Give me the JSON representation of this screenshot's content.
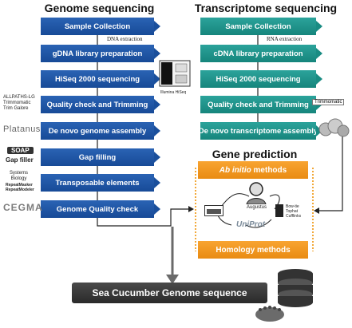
{
  "headings": {
    "genome": "Genome sequencing",
    "transcriptome": "Transcriptome sequencing",
    "gene_prediction": "Gene prediction"
  },
  "genome_steps": [
    "Sample Collection",
    "gDNA library preparation",
    "HiSeq 2000 sequencing",
    "Quality check and Trimming",
    "De novo genome assembly",
    "Gap filling",
    "Transposable elements",
    "Genome Quality check"
  ],
  "transcriptome_steps": [
    "Sample Collection",
    "cDNA library preparation",
    "HiSeq 2000 sequencing",
    "Quality check and Trimming",
    "De novo transcriptome assembly"
  ],
  "annotations": {
    "dna_extraction": "DNA extraction",
    "rna_extraction": "RNA extraction",
    "illumina": "Illumina HiSeq",
    "trimmomatic": "Trimmomatic"
  },
  "side_labels": {
    "allpaths": [
      "ALLPATHS-LG",
      "Trimmomatic",
      "Trim Galore"
    ],
    "platanus": "Platanus",
    "soap": "SOAP",
    "gap_filler": "Gap filler",
    "systems_biology": [
      "Systems",
      "Biology"
    ],
    "repeat": [
      "RepeatMasker",
      "RepeatModeler"
    ],
    "cegma": "CEGMA"
  },
  "gene_prediction": {
    "ab_initio_prefix": "Ab initio",
    "ab_initio_suffix": " methods",
    "homology": "Homology methods",
    "augustus": "Augustus",
    "uniprot": "UniProt",
    "bowtie": [
      "Bow-tie",
      "Tophat",
      "Cufflinks"
    ]
  },
  "final": "Sea Cucumber Genome sequence",
  "colors": {
    "genome_blue": "#1a4f9c",
    "transcriptome_teal": "#198c83",
    "orange": "#f39a22",
    "final_bar": "#3a3a3a"
  }
}
